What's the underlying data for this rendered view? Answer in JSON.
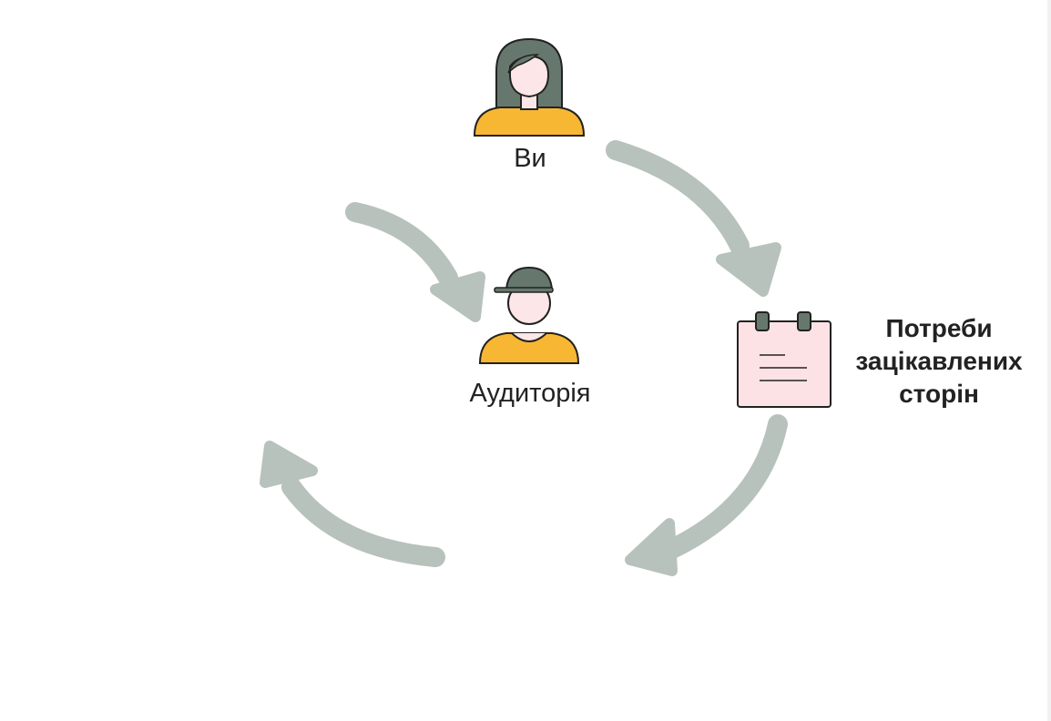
{
  "nodes": {
    "you": {
      "label": "Ви",
      "icon": "woman-person-icon"
    },
    "audience": {
      "label": "Аудиторія",
      "icon": "person-cap-icon"
    },
    "stakeholder_needs": {
      "label_lines": [
        "Потреби",
        "зацікавлених",
        "сторін"
      ],
      "icon": "notepad-icon"
    }
  },
  "colors": {
    "arrow": "#b8c2bc",
    "hair_cap": "#66786d",
    "shirt": "#f7b733",
    "skin": "#fde6e7",
    "notepad_fill": "#fde2e5",
    "outline": "#222222"
  }
}
